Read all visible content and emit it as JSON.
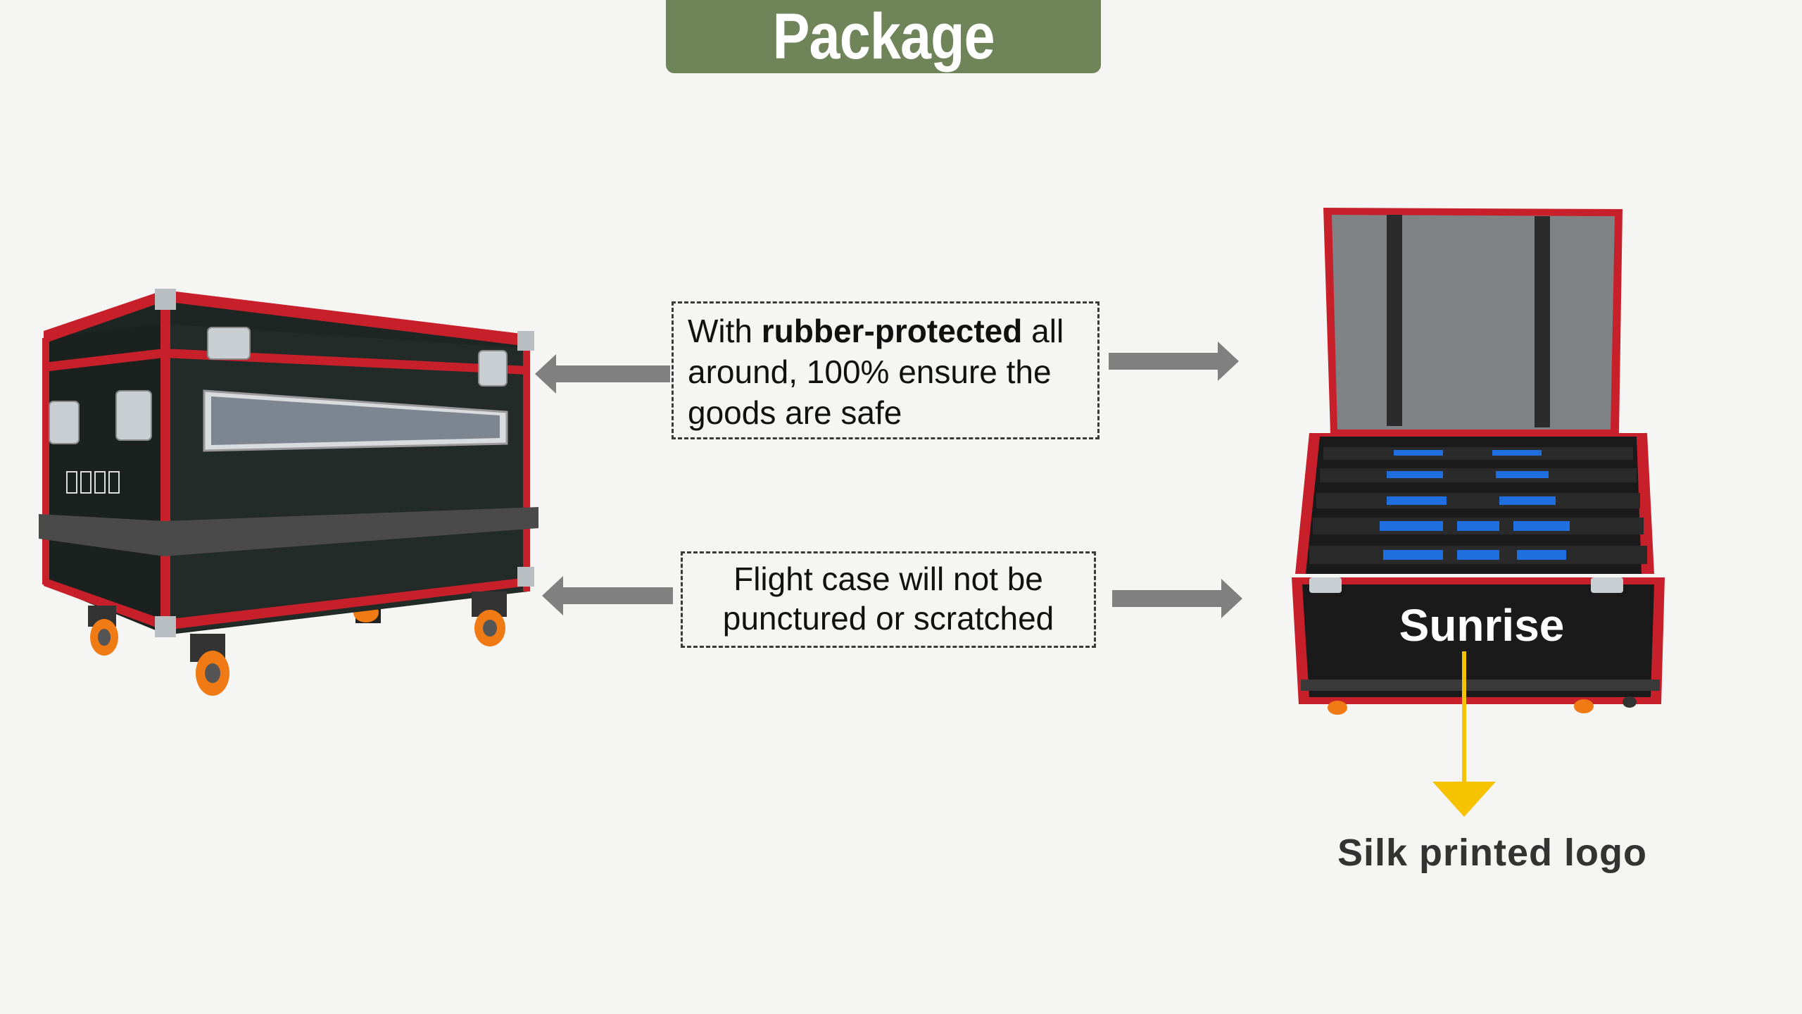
{
  "title": "Package",
  "callouts": {
    "rubber": {
      "text_before": "With ",
      "text_bold": "rubber-protected",
      "text_after": " all around, 100% ensure the goods are safe"
    },
    "flight_case": {
      "text": "Flight case will not be punctured or scratched"
    }
  },
  "logo_text": "Sunrise",
  "logo_caption": "Silk printed logo",
  "colors": {
    "banner": "#6f8559",
    "case_trim": "#c8202a",
    "case_body": "#1d2622",
    "arrow_gray": "#808080",
    "arrow_yellow": "#f7c300",
    "wheel": "#f07a14",
    "tray_blue": "#1f6fe0"
  }
}
